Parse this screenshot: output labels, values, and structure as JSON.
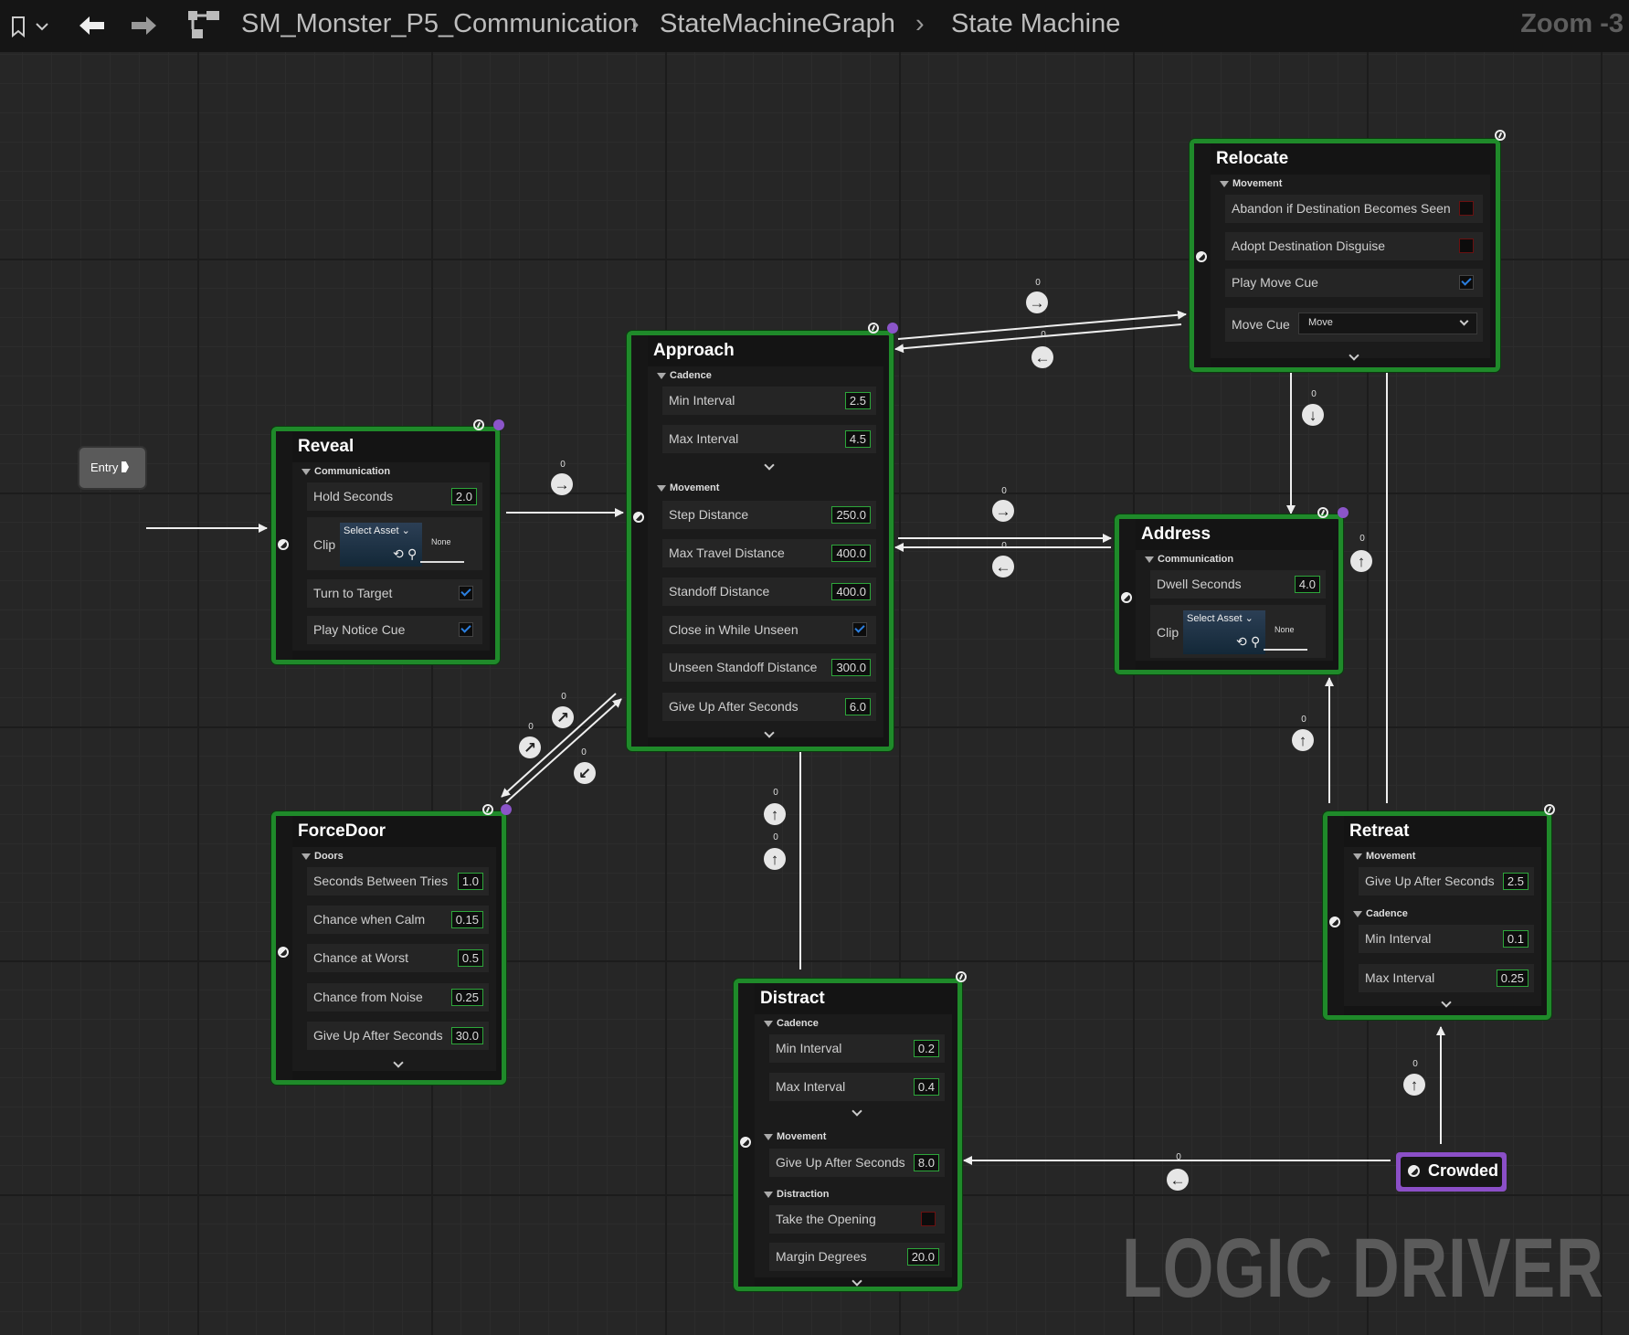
{
  "breadcrumb": {
    "asset": "SM_Monster_P5_Communication",
    "graph": "StateMachineGraph",
    "current": "State Machine"
  },
  "zoom": "Zoom -3",
  "watermark": "LOGIC DRIVER",
  "entry": {
    "label": "Entry"
  },
  "crowded": {
    "label": "Crowded",
    "color": "#8b4fc7"
  },
  "transition_count": "0",
  "colors": {
    "node_border": "#1f8a2a",
    "conduit": "#8b55c9",
    "checkbox_on": "#2b7fe0"
  },
  "nodes": {
    "reveal": {
      "title": "Reveal",
      "cat_communication": "Communication",
      "hold_seconds": {
        "label": "Hold Seconds",
        "value": "2.0"
      },
      "clip": {
        "label": "Clip",
        "select": "Select Asset",
        "none": "None"
      },
      "turn_to_target": {
        "label": "Turn to Target",
        "checked": true
      },
      "play_notice_cue": {
        "label": "Play Notice Cue",
        "checked": true
      }
    },
    "approach": {
      "title": "Approach",
      "cat_cadence": "Cadence",
      "min_interval": {
        "label": "Min Interval",
        "value": "2.5"
      },
      "max_interval": {
        "label": "Max Interval",
        "value": "4.5"
      },
      "cat_movement": "Movement",
      "step_distance": {
        "label": "Step Distance",
        "value": "250.0"
      },
      "max_travel_distance": {
        "label": "Max Travel Distance",
        "value": "400.0"
      },
      "standoff_distance": {
        "label": "Standoff Distance",
        "value": "400.0"
      },
      "close_in_while_unseen": {
        "label": "Close in While Unseen",
        "checked": true
      },
      "unseen_standoff_distance": {
        "label": "Unseen Standoff Distance",
        "value": "300.0"
      },
      "give_up_after_seconds": {
        "label": "Give Up After Seconds",
        "value": "6.0"
      }
    },
    "relocate": {
      "title": "Relocate",
      "cat_movement": "Movement",
      "abandon": {
        "label": "Abandon if Destination Becomes Seen",
        "checked": false
      },
      "adopt": {
        "label": "Adopt Destination Disguise",
        "checked": false
      },
      "play_move_cue": {
        "label": "Play Move Cue",
        "checked": true
      },
      "move_cue": {
        "label": "Move Cue",
        "value": "Move"
      }
    },
    "address": {
      "title": "Address",
      "cat_communication": "Communication",
      "dwell_seconds": {
        "label": "Dwell Seconds",
        "value": "4.0"
      },
      "clip": {
        "label": "Clip",
        "select": "Select Asset",
        "none": "None"
      }
    },
    "forcedoor": {
      "title": "ForceDoor",
      "cat_doors": "Doors",
      "seconds_between_tries": {
        "label": "Seconds Between Tries",
        "value": "1.0"
      },
      "chance_when_calm": {
        "label": "Chance when Calm",
        "value": "0.15"
      },
      "chance_at_worst": {
        "label": "Chance at Worst",
        "value": "0.5"
      },
      "chance_from_noise": {
        "label": "Chance from Noise",
        "value": "0.25"
      },
      "give_up_after_seconds": {
        "label": "Give Up After Seconds",
        "value": "30.0"
      }
    },
    "distract": {
      "title": "Distract",
      "cat_cadence": "Cadence",
      "min_interval": {
        "label": "Min Interval",
        "value": "0.2"
      },
      "max_interval": {
        "label": "Max Interval",
        "value": "0.4"
      },
      "cat_movement": "Movement",
      "give_up_after_seconds": {
        "label": "Give Up After Seconds",
        "value": "8.0"
      },
      "cat_distraction": "Distraction",
      "take_the_opening": {
        "label": "Take the Opening",
        "checked": false
      },
      "margin_degrees": {
        "label": "Margin Degrees",
        "value": "20.0"
      }
    },
    "retreat": {
      "title": "Retreat",
      "cat_movement": "Movement",
      "give_up_after_seconds": {
        "label": "Give Up After Seconds",
        "value": "2.5"
      },
      "cat_cadence": "Cadence",
      "min_interval": {
        "label": "Min Interval",
        "value": "0.1"
      },
      "max_interval": {
        "label": "Max Interval",
        "value": "0.25"
      }
    }
  }
}
